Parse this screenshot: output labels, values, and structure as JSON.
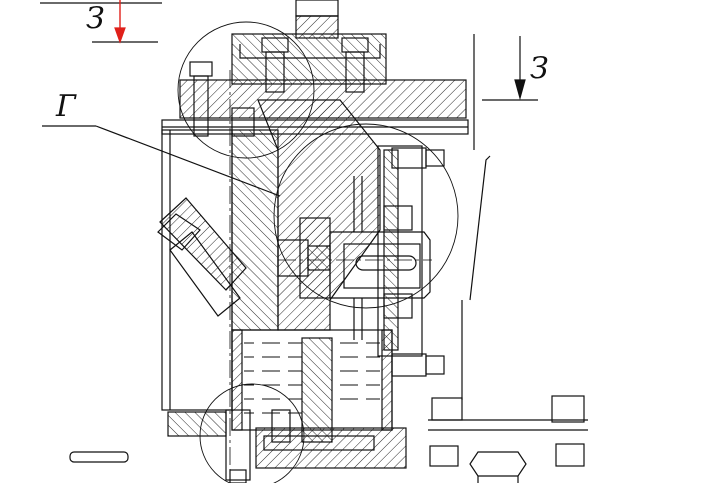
{
  "drawing": {
    "section_mark_left": "З",
    "section_mark_right": "З",
    "detail_callout": "Г"
  },
  "colors": {
    "ink": "#111111",
    "section_arrow_left": "#e0201a",
    "section_arrow_right": "#111111",
    "background": "#ffffff"
  }
}
